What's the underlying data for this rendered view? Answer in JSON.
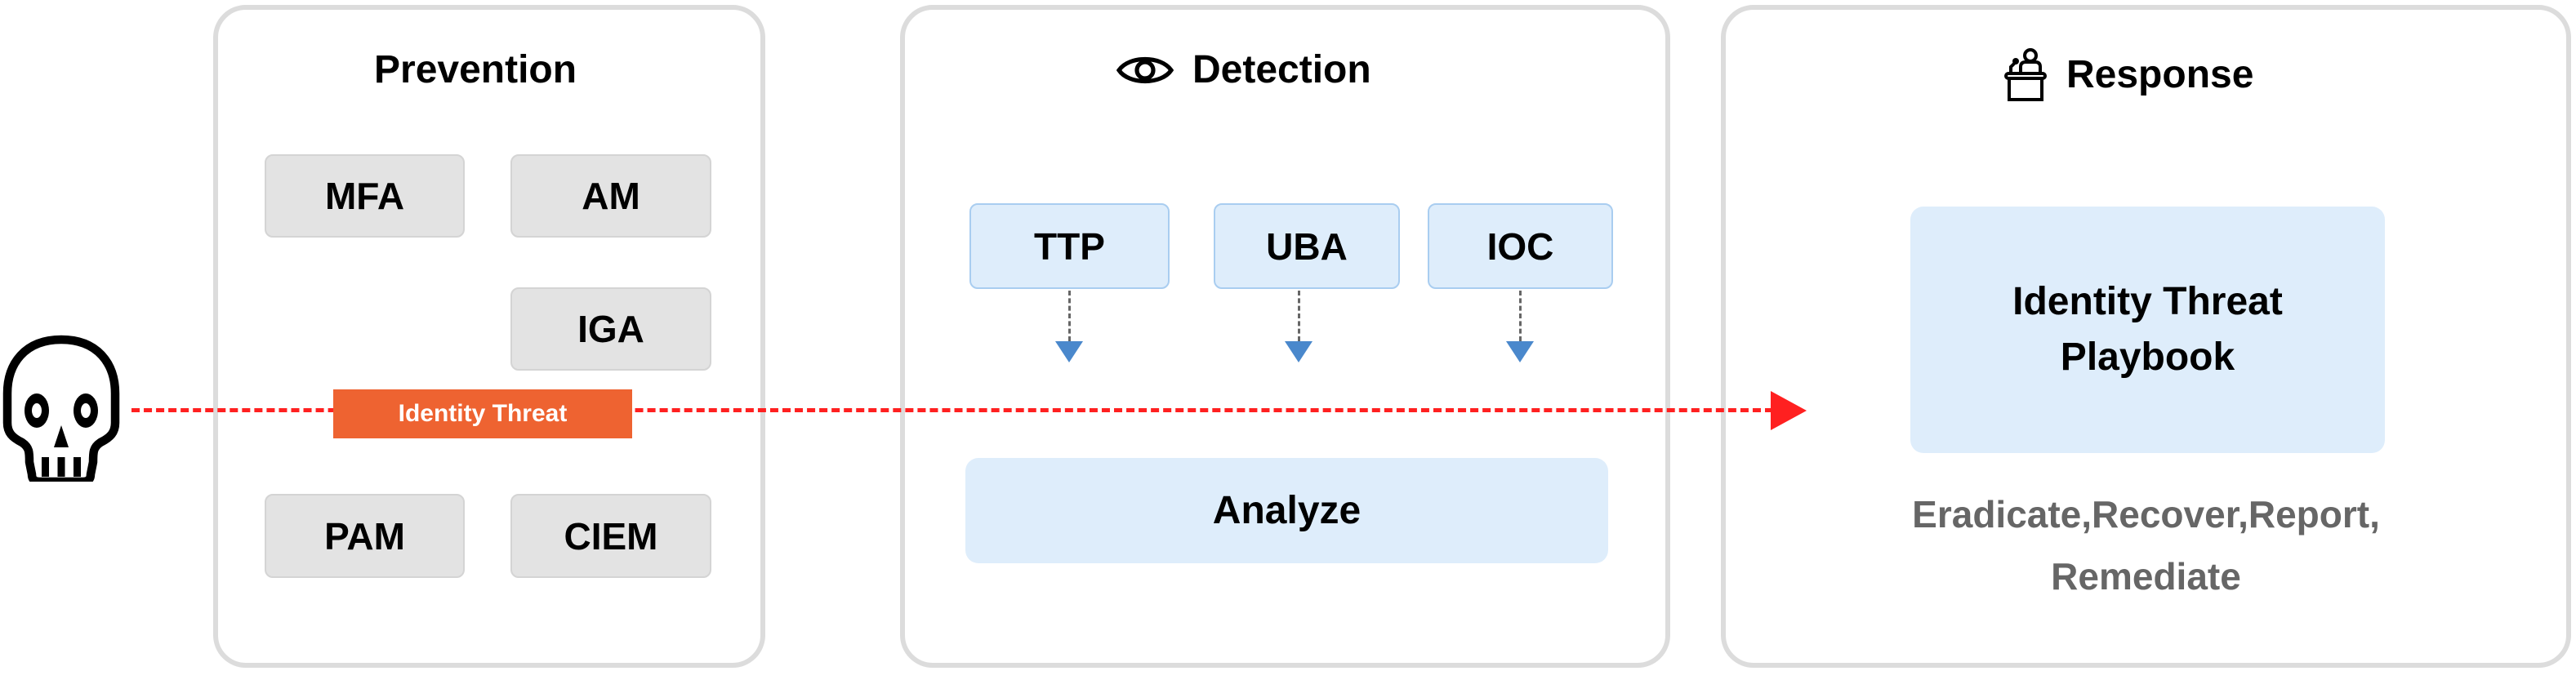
{
  "threat_source": {
    "icon": "skull-icon",
    "label": "Identity Threat",
    "label_color": "#ee6331",
    "line_color": "#ff2020"
  },
  "prevention": {
    "title": "Prevention",
    "items": [
      "MFA",
      "AM",
      "IGA",
      "PAM",
      "CIEM"
    ]
  },
  "detection": {
    "title": "Detection",
    "icon": "eye-icon",
    "signals": [
      "TTP",
      "UBA",
      "IOC"
    ],
    "analyze": "Analyze"
  },
  "response": {
    "title": "Response",
    "icon": "podium-icon",
    "playbook_line1": "Identity Threat",
    "playbook_line2": "Playbook",
    "actions_line1": "Eradicate,Recover,Report,",
    "actions_line2": "Remediate"
  }
}
